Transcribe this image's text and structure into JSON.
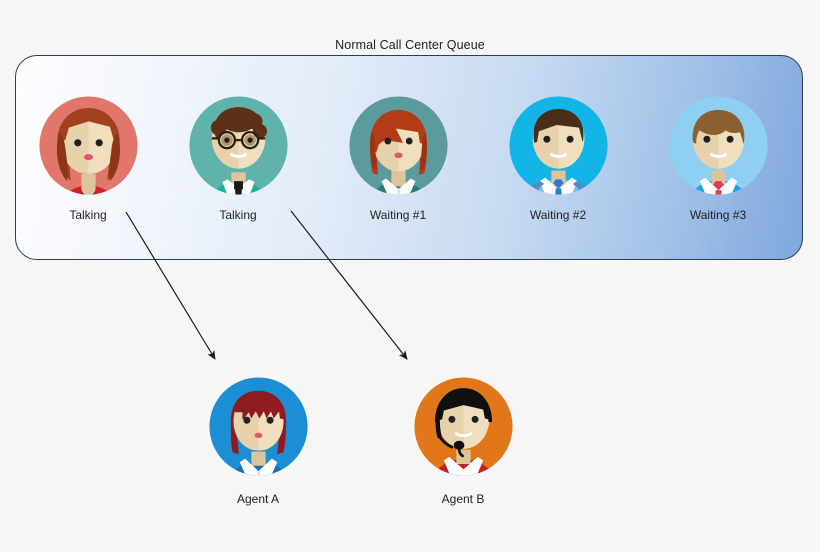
{
  "page": {
    "background_color": "#f6f6f6"
  },
  "diagram": {
    "title": "Normal Call Center Queue",
    "queue_box": {
      "name": "queue-container",
      "gradient_start_color": "#fcfdfe",
      "gradient_end_color": "#7fa8dd",
      "border_color": "#2c3e50"
    },
    "queue": [
      {
        "id": "caller-1",
        "label": "Talking",
        "icon": "avatar-woman-long-wavy-hair",
        "circle_color": "#e0776a",
        "hair_color": "#a04220",
        "clothes_color": "#cf2128",
        "inner_color": "#4a4449",
        "skin_color": "#e8d2ab"
      },
      {
        "id": "caller-2",
        "label": "Talking",
        "icon": "avatar-man-curly-hair-glasses",
        "circle_color": "#5fb3ab",
        "hair_color": "#5c3118",
        "clothes_color": "#16b39a",
        "inner_color": "#1b1b1b",
        "skin_color": "#e8d2ab"
      },
      {
        "id": "caller-3",
        "label": "Waiting #1",
        "icon": "avatar-woman-straight-hair",
        "circle_color": "#5c9b9b",
        "hair_color": "#b33c16",
        "clothes_color": "#2a7b76",
        "inner_color": "#ffffff",
        "skin_color": "#e8d2ab"
      },
      {
        "id": "caller-4",
        "label": "Waiting #2",
        "icon": "avatar-man-suit-blue-tie",
        "circle_color": "#12b5e5",
        "hair_color": "#4a2d18",
        "clothes_color": "#87b9e5",
        "inner_color": "#2f7dc4",
        "skin_color": "#e8d2ab"
      },
      {
        "id": "caller-5",
        "label": "Waiting #3",
        "icon": "avatar-man-blue-shirt-red-tie",
        "circle_color": "#8fd0f2",
        "hair_color": "#8a6031",
        "clothes_color": "#1e9fe0",
        "inner_color": "#e23b56",
        "skin_color": "#e8d2ab"
      }
    ],
    "agents": [
      {
        "id": "agent-a",
        "label": "Agent A",
        "icon": "avatar-woman-bob-haircut",
        "circle_color": "#1b8ed4",
        "hair_color": "#8e1b22",
        "clothes_color": "#1b6fb5",
        "inner_color": "#ffffff",
        "skin_color": "#e8d2ab"
      },
      {
        "id": "agent-b",
        "label": "Agent B",
        "icon": "avatar-man-headset",
        "circle_color": "#e2771a",
        "hair_color": "#101010",
        "clothes_color": "#c32026",
        "inner_color": "#ffffff",
        "skin_color": "#e8d2ab"
      }
    ],
    "connections": [
      {
        "name": "arrow-caller1-to-agent-a",
        "from": "caller-1",
        "to": "agent-a",
        "color": "#1a1a1a"
      },
      {
        "name": "arrow-caller2-to-agent-b",
        "from": "caller-2",
        "to": "agent-b",
        "color": "#1a1a1a"
      }
    ]
  }
}
